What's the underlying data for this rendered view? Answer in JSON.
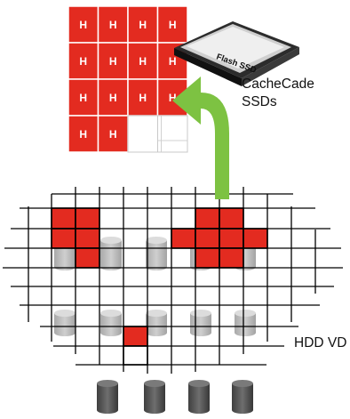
{
  "cache_grid": {
    "rows": 4,
    "cols": 4,
    "filled_cells": 14,
    "cell_label": "H",
    "fill_color": "#e32b20"
  },
  "flash_ssd": {
    "label": "Flash SSD",
    "icon": "ssd-drive-icon"
  },
  "captions": {
    "cachecade_line1": "CacheCade",
    "cachecade_line2": "SSDs",
    "hdd": "HDD VD"
  },
  "arrow": {
    "color": "#7dc242",
    "icon": "up-left-arrow-icon"
  },
  "hdd_grid": {
    "highlight_color": "#e32b20",
    "cylinder_color": "#b3b3b3",
    "disk_color": "#5a5a5a",
    "disk_count": 4
  }
}
